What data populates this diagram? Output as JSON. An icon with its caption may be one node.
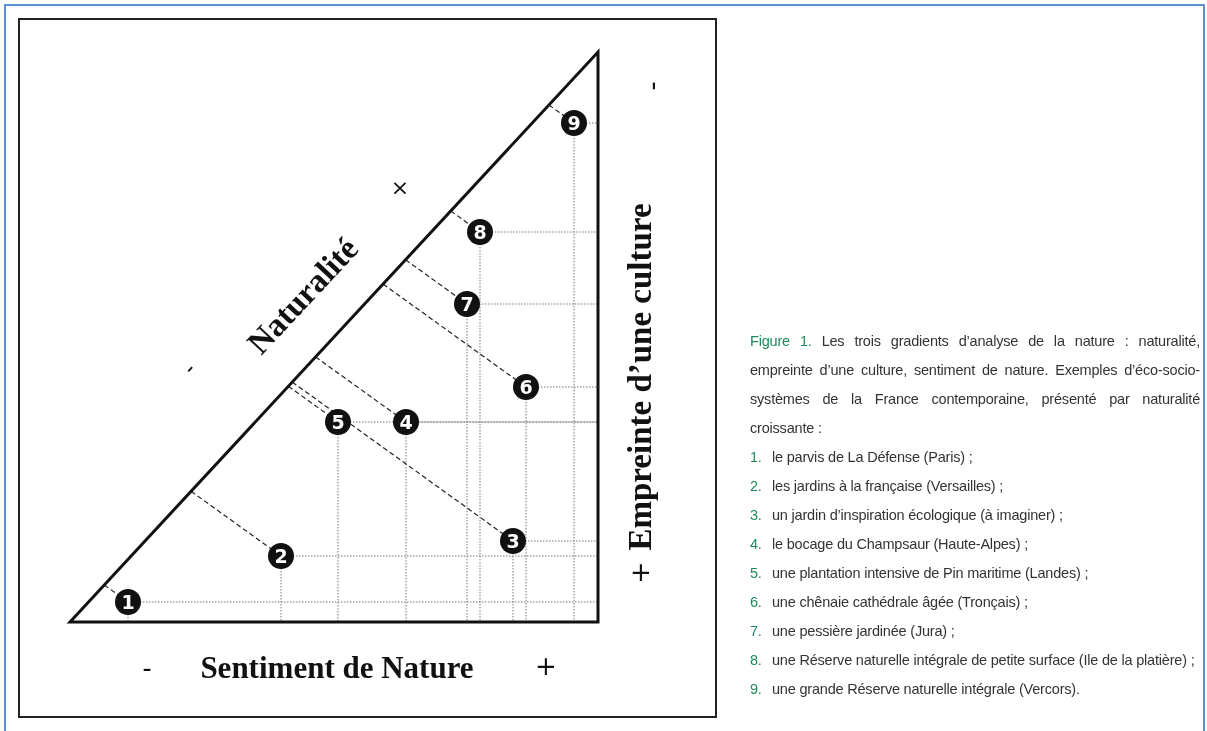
{
  "diagram": {
    "nodes": [
      {
        "text": [
          "1"
        ]
      },
      {
        "text": [
          "2"
        ]
      },
      {
        "text": [
          "3"
        ]
      },
      {
        "text": [
          "4"
        ]
      },
      {
        "text": [
          "5"
        ]
      },
      {
        "text": [
          "6"
        ]
      },
      {
        "text": [
          "7"
        ]
      },
      {
        "text": [
          "8"
        ]
      },
      {
        "text": [
          "9"
        ]
      }
    ],
    "labels": [
      "×",
      "-",
      "Naturalité",
      "-",
      "Empreinte d’une culture",
      "+",
      "-",
      "Sentiment de Nature",
      "+",
      "Figure 1.",
      "Les trois gradients d’analyse de la nature : naturalité, empreinte d’une culture, sentiment de nature. Exemples d’éco-socio-systèmes de la France contemporaine, présenté par naturalité croissante :",
      "1.",
      "le parvis de La Défense (Paris) ;",
      "2.",
      "les jardins à la française (Versailles) ;",
      "3.",
      "un jardin d’inspiration écologique (à imaginer) ;",
      "4.",
      "le bocage du Champsaur (Haute-Alpes) ;",
      "5.",
      "une plantation intensive de Pin maritime (Landes) ;",
      "6.",
      "une chênaie cathédrale âgée (Tronçais) ;",
      "7.",
      "une pessière jardinée (Jura) ;",
      "8.",
      "une Réserve naturelle intégrale de petite surface (Ile de la platière) ;",
      "9.",
      "une grande Réserve naturelle intégrale (Vercors)."
    ]
  }
}
